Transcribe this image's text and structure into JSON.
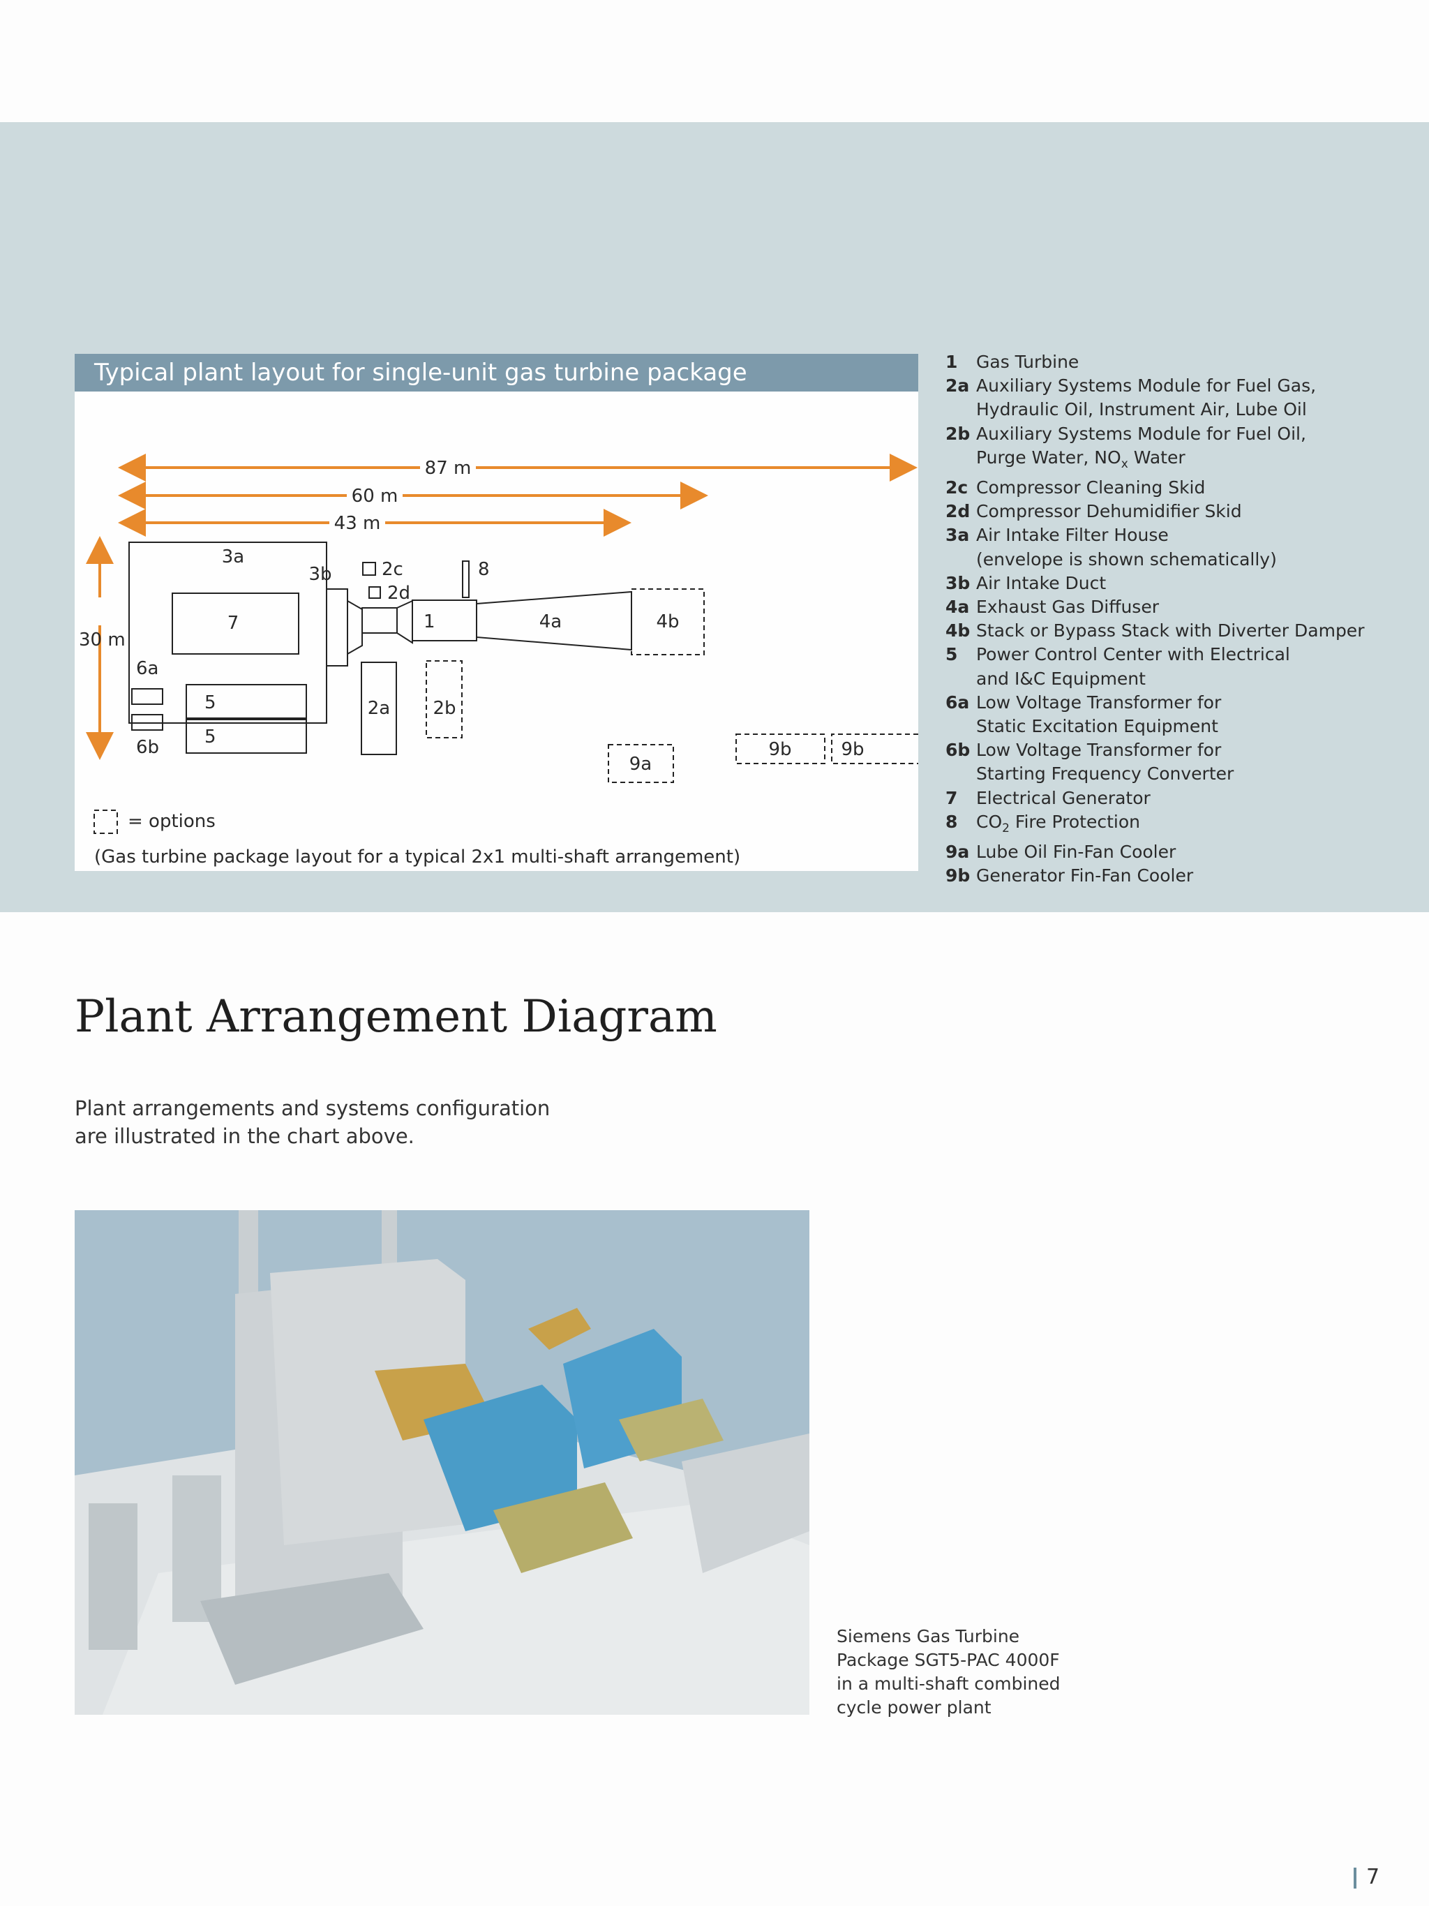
{
  "panel": {
    "title": "Typical plant layout for single-unit gas turbine package",
    "dim_87": "87 m",
    "dim_60": "60 m",
    "dim_43": "43 m",
    "dim_30": "30 m",
    "labels": {
      "l3a": "3a",
      "l3b": "3b",
      "l7": "7",
      "l6a": "6a",
      "l6b": "6b",
      "l5a": "5",
      "l5b": "5",
      "l2c": "2c",
      "l2d": "2d",
      "l8": "8",
      "l1": "1",
      "l4a": "4a",
      "l4b": "4b",
      "l2a": "2a",
      "l2b": "2b",
      "l9a": "9a",
      "l9b1": "9b",
      "l9b2": "9b"
    },
    "options_label": "= options",
    "note": "(Gas turbine package layout for a typical 2x1 multi-shaft arrangement)",
    "colors": {
      "arrow": "#e88a2c",
      "header": "#7d9aab",
      "band": "#cddadd"
    }
  },
  "legend": [
    {
      "key": "1",
      "text": "Gas Turbine"
    },
    {
      "key": "2a",
      "text": "Auxiliary Systems Module for Fuel Gas,\nHydraulic Oil, Instrument Air, Lube Oil"
    },
    {
      "key": "2b",
      "text_pre": "Auxiliary Systems Module for Fuel Oil,\nPurge Water, NO",
      "sub": "x",
      "text_post": " Water"
    },
    {
      "key": "2c",
      "text": "Compressor Cleaning Skid"
    },
    {
      "key": "2d",
      "text": "Compressor Dehumidifier Skid"
    },
    {
      "key": "3a",
      "text": "Air Intake Filter House\n(envelope is shown schematically)"
    },
    {
      "key": "3b",
      "text": "Air Intake Duct"
    },
    {
      "key": "4a",
      "text": "Exhaust Gas Diffuser"
    },
    {
      "key": "4b",
      "text": "Stack or Bypass Stack with Diverter Damper"
    },
    {
      "key": "5",
      "text": "Power Control Center with Electrical\nand I&C Equipment"
    },
    {
      "key": "6a",
      "text": "Low Voltage Transformer for\nStatic Excitation Equipment"
    },
    {
      "key": "6b",
      "text": "Low Voltage Transformer for\nStarting Frequency Converter"
    },
    {
      "key": "7",
      "text": "Electrical Generator"
    },
    {
      "key": "8",
      "text_pre": "CO",
      "sub": "2",
      "text_post": " Fire Protection"
    },
    {
      "key": "9a",
      "text": "Lube Oil Fin-Fan Cooler"
    },
    {
      "key": "9b",
      "text": "Generator Fin-Fan Cooler"
    }
  ],
  "heading": "Plant Arrangement Diagram",
  "intro": "Plant arrangements and systems configuration\nare illustrated in the chart above.",
  "photo": {
    "icon": "3d-plant-rendering"
  },
  "caption": "Siemens Gas Turbine\nPackage SGT5-PAC 4000F\nin a multi-shaft combined\ncycle power plant",
  "page_number": "7"
}
